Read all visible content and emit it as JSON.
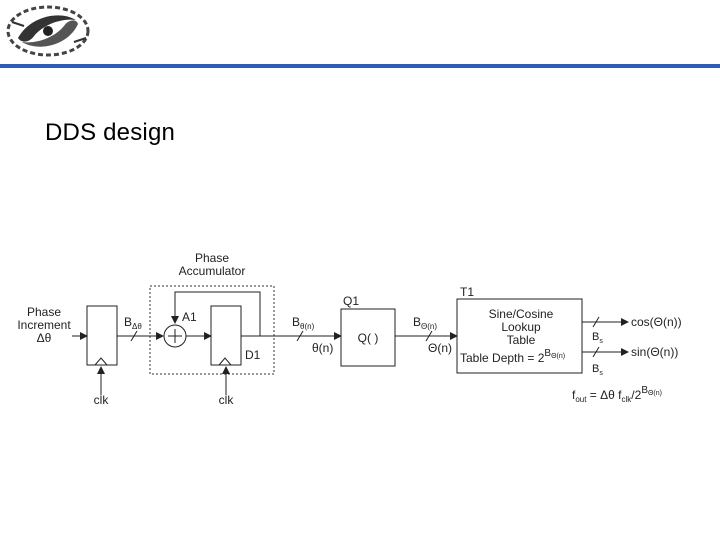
{
  "slide": {
    "title": "DDS design",
    "header_bar_color": "#2e5db8",
    "logo_icon": "institution-logo-icon"
  },
  "diagram": {
    "phase_increment": [
      "Phase",
      "Increment",
      "Δθ"
    ],
    "b_delta_theta": "B",
    "b_delta_theta_sub": "Δθ",
    "phase_accumulator": [
      "Phase",
      "Accumulator"
    ],
    "adder_label": "A1",
    "register_label": "D1",
    "clk_1": "clk",
    "clk_2": "clk",
    "b_theta": "B",
    "b_theta_sub": "θ(n)",
    "theta_n": "θ(n)",
    "quantizer_label": "Q1",
    "quantizer_text": "Q( )",
    "b_Theta": "B",
    "b_Theta_sub": "Θ(n)",
    "Theta_n": "Θ(n)",
    "table_label": "T1",
    "table_text": [
      "Sine/Cosine",
      "Lookup",
      "Table"
    ],
    "table_depth": "Table Depth = 2",
    "table_depth_exp": "B",
    "table_depth_exp_sub": "Θ(n)",
    "bs_1": "B",
    "bs_1_sub": "s",
    "bs_2": "B",
    "bs_2_sub": "s",
    "cos_out": "cos(Θ(n))",
    "sin_out": "sin(Θ(n))",
    "fout_formula": "f",
    "fout_sub": "out",
    "fout_mid": " = Δθ f",
    "fclk_sub": "clk",
    "fout_div": "/2",
    "fout_exp": "B",
    "fout_exp_sub": "Θ(n)"
  }
}
